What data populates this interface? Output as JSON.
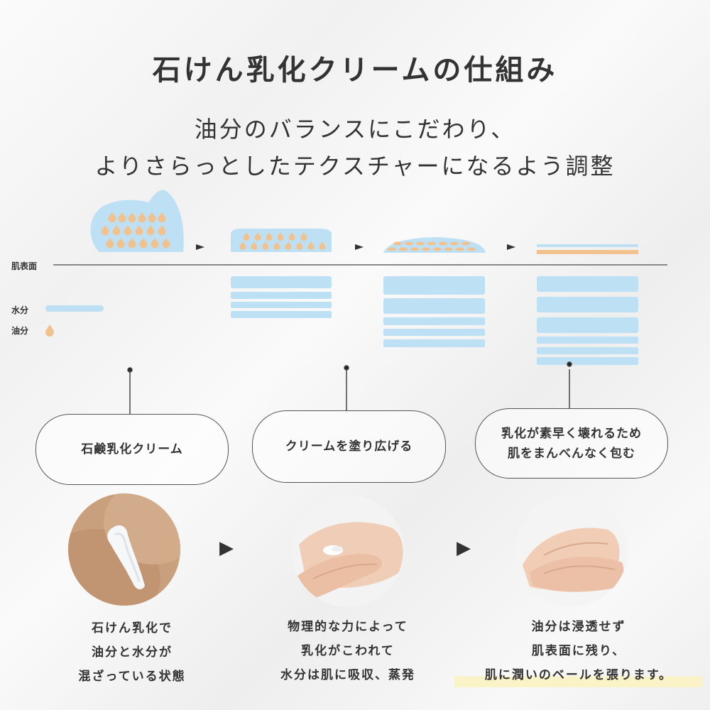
{
  "title": "石けん乳化クリームの仕組み",
  "subtitle": {
    "line1": "油分のバランスにこだわり、",
    "line2": "よりさらっとしたテクスチャーになるよう調整"
  },
  "diagram": {
    "skin_label": "肌表面",
    "legend": {
      "water": "水分",
      "oil": "油分"
    },
    "colors": {
      "water": "#bde0f5",
      "oil": "#f2c28e",
      "line": "#888888",
      "text": "#333333"
    }
  },
  "stages": [
    {
      "bubble": [
        "石鹸乳化クリーム"
      ],
      "caption": [
        "石けん乳化で",
        "油分と水分が",
        "混ざっている状態"
      ]
    },
    {
      "bubble": [
        "クリームを塗り広げる"
      ],
      "caption": [
        "物理的な力によって",
        "乳化がこわれて",
        "水分は肌に吸収、蒸発"
      ]
    },
    {
      "bubble": [
        "乳化が素早く壊れるため",
        "肌をまんべんなく包む"
      ],
      "caption": [
        "油分は浸透せず",
        "肌表面に残り、",
        "肌に潤いのベールを張ります。"
      ]
    }
  ],
  "icons": {
    "arrow": "▶"
  }
}
